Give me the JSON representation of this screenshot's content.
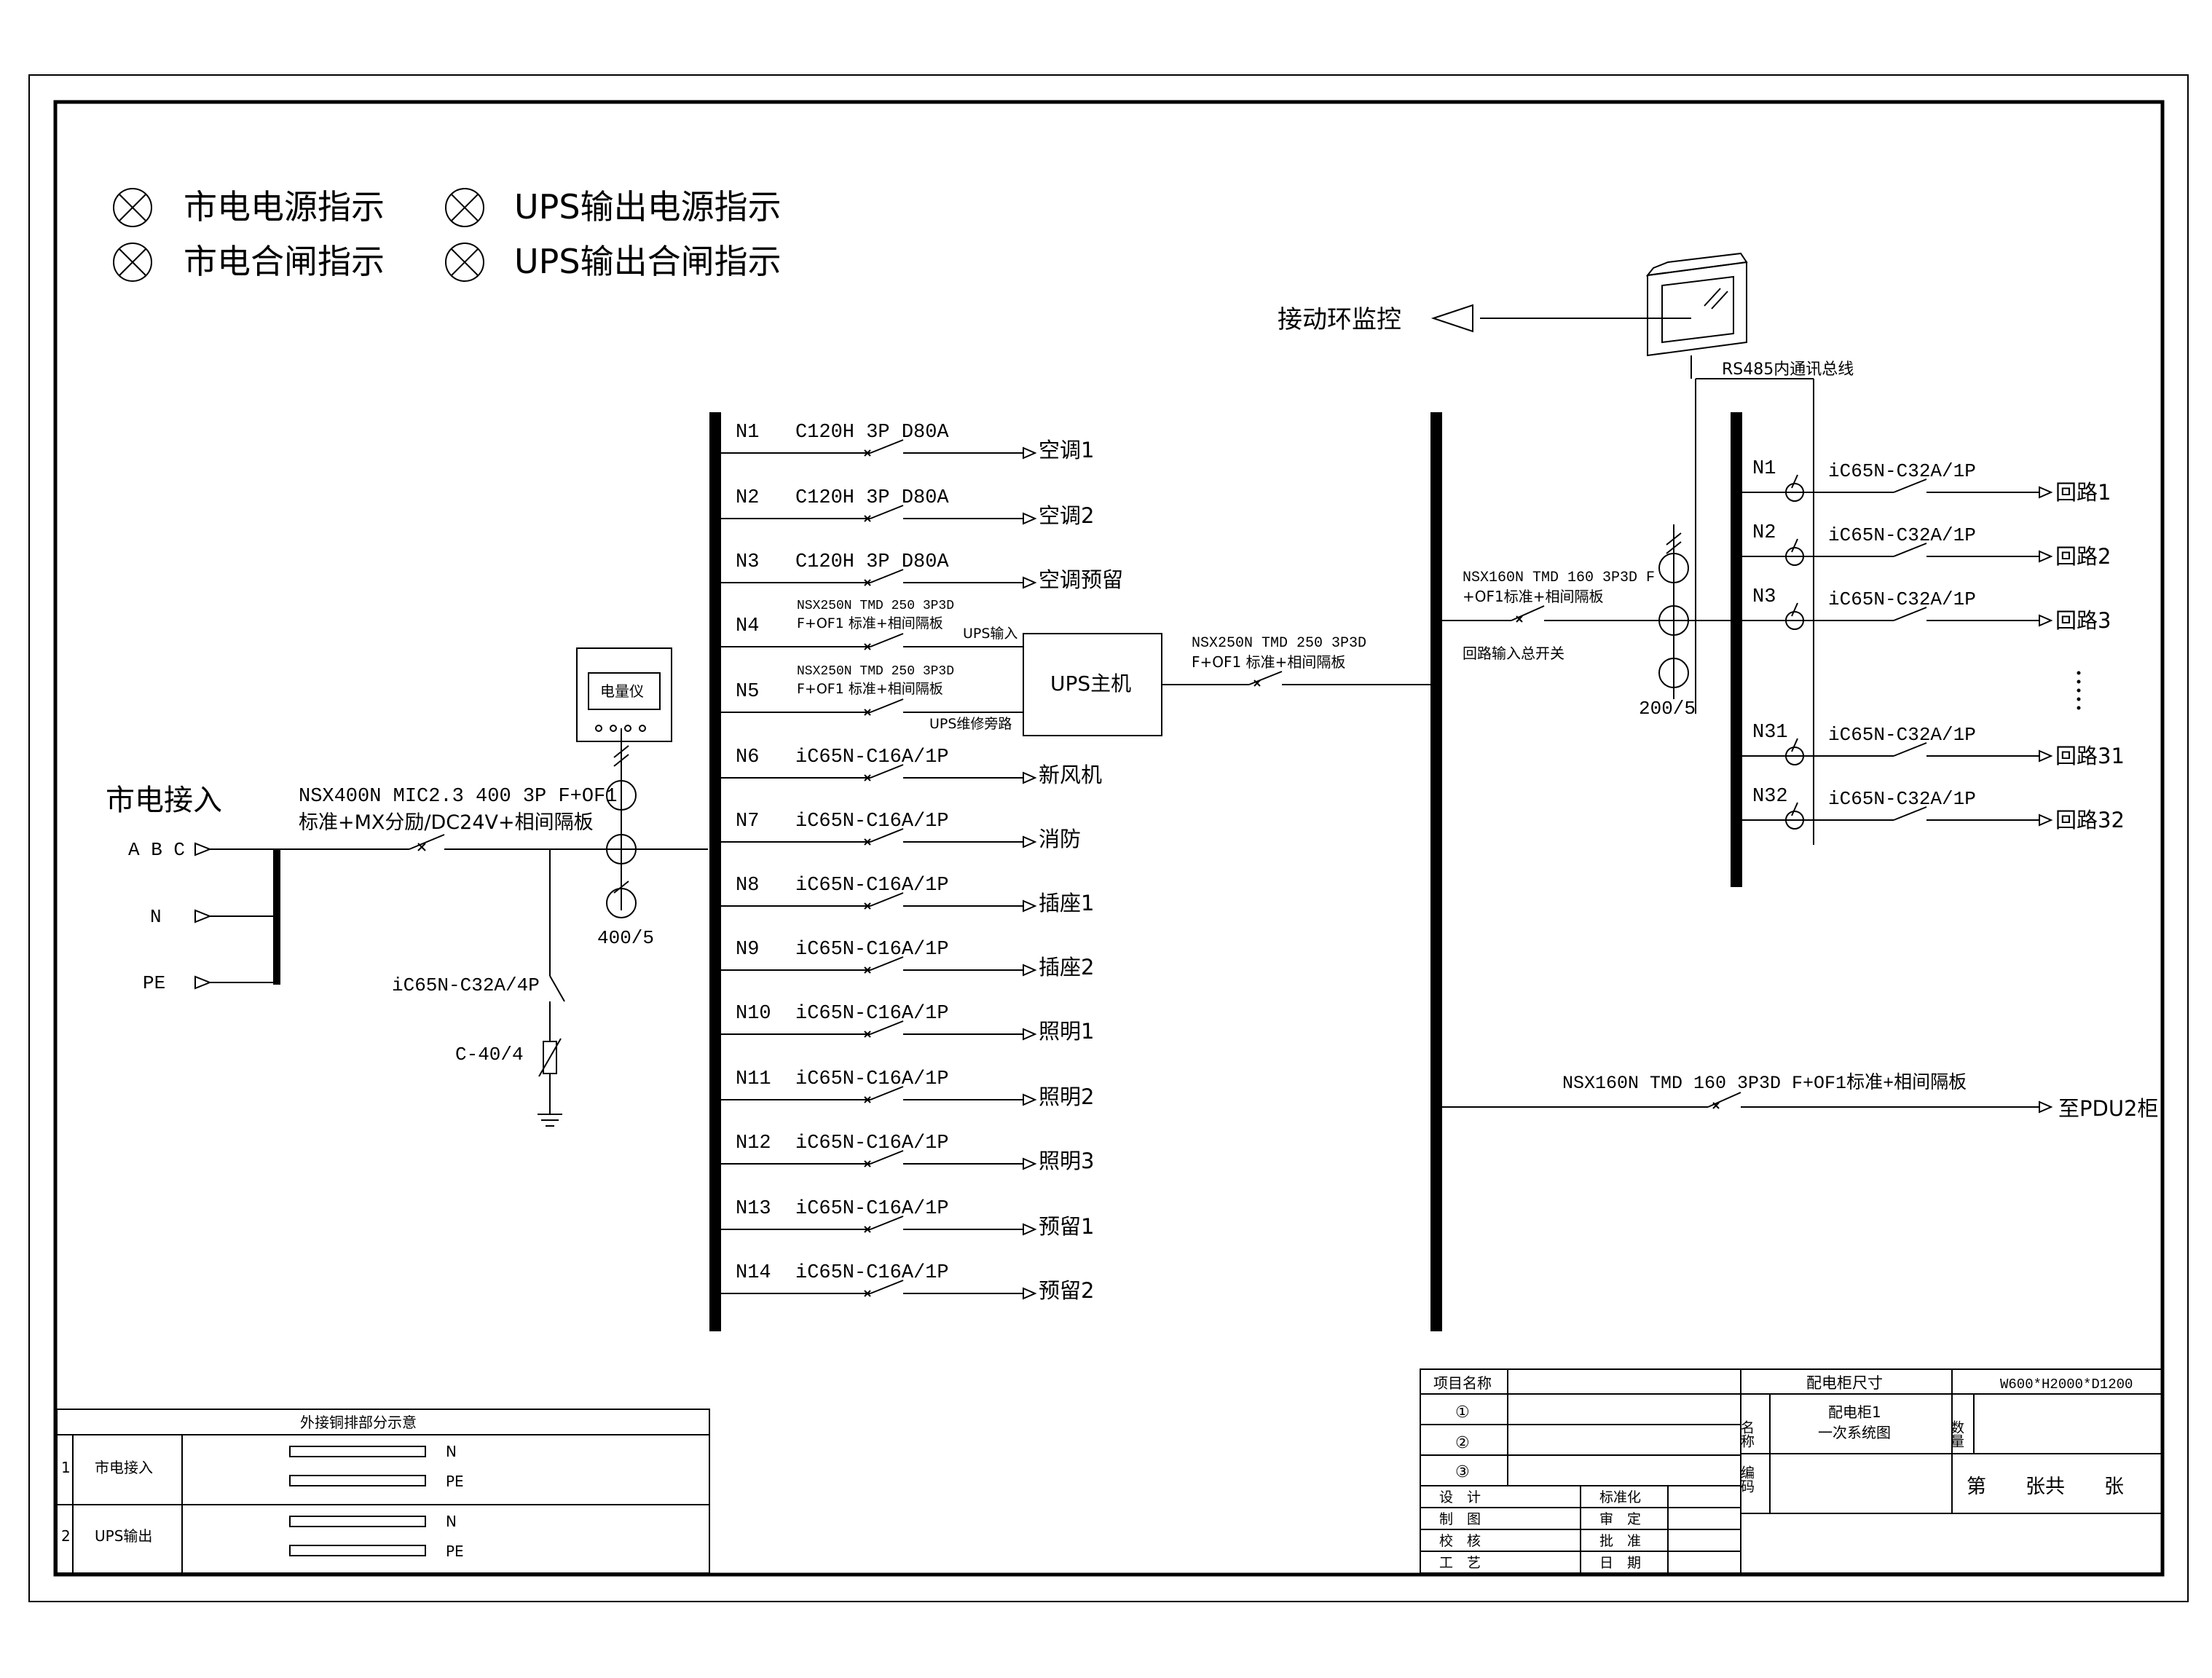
{
  "legend": [
    {
      "label": "市电电源指示",
      "icon": "indicator-lamp-icon"
    },
    {
      "label": "UPS输出电源指示",
      "icon": "indicator-lamp-icon"
    },
    {
      "label": "市电合闸指示",
      "icon": "indicator-lamp-icon"
    },
    {
      "label": "UPS输出合闸指示",
      "icon": "indicator-lamp-icon"
    }
  ],
  "monitor": {
    "label": "接动环监控",
    "bus_label": "RS485内通讯总线"
  },
  "incoming": {
    "title": "市电接入",
    "phases": [
      "A B C",
      "N",
      "PE"
    ],
    "breaker": "NSX400N MIC2.3 400 3P F+OF1",
    "breaker_note": "标准+MX分励/DC24V+相间隔板",
    "spd_breaker": "iC65N-C32A/4P",
    "spd": "C-40/4",
    "ct": "400/5",
    "meter": "电量仪"
  },
  "feeders": [
    {
      "id": "N1",
      "breaker": "C120H 3P D80A",
      "load": "空调1"
    },
    {
      "id": "N2",
      "breaker": "C120H 3P D80A",
      "load": "空调2"
    },
    {
      "id": "N3",
      "breaker": "C120H 3P D80A",
      "load": "空调预留"
    },
    {
      "id": "N4",
      "breaker": "NSX250N TMD 250 3P3D",
      "breaker2": "F+OF1 标准+相间隔板",
      "load": "UPS输入"
    },
    {
      "id": "N5",
      "breaker": "NSX250N TMD 250 3P3D",
      "breaker2": "F+OF1 标准+相间隔板",
      "load": "UPS维修旁路"
    },
    {
      "id": "N6",
      "breaker": "iC65N-C16A/1P",
      "load": "新风机"
    },
    {
      "id": "N7",
      "breaker": "iC65N-C16A/1P",
      "load": "消防"
    },
    {
      "id": "N8",
      "breaker": "iC65N-C16A/1P",
      "load": "插座1"
    },
    {
      "id": "N9",
      "breaker": "iC65N-C16A/1P",
      "load": "插座2"
    },
    {
      "id": "N10",
      "breaker": "iC65N-C16A/1P",
      "load": "照明1"
    },
    {
      "id": "N11",
      "breaker": "iC65N-C16A/1P",
      "load": "照明2"
    },
    {
      "id": "N12",
      "breaker": "iC65N-C16A/1P",
      "load": "照明3"
    },
    {
      "id": "N13",
      "breaker": "iC65N-C16A/1P",
      "load": "预留1"
    },
    {
      "id": "N14",
      "breaker": "iC65N-C16A/1P",
      "load": "预留2"
    }
  ],
  "ups": {
    "label": "UPS主机",
    "out_breaker": "NSX250N TMD 250 3P3D",
    "out_breaker2": "F+OF1 标准+相间隔板"
  },
  "loop_input": {
    "breaker": "NSX160N TMD 160 3P3D F",
    "breaker2": "+OF1标准+相间隔板",
    "label": "回路输入总开关",
    "ct": "200/5"
  },
  "branches": [
    {
      "id": "N1",
      "breaker": "iC65N-C32A/1P",
      "load": "回路1"
    },
    {
      "id": "N2",
      "breaker": "iC65N-C32A/1P",
      "load": "回路2"
    },
    {
      "id": "N3",
      "breaker": "iC65N-C32A/1P",
      "load": "回路3"
    },
    {
      "id": "N31",
      "breaker": "iC65N-C32A/1P",
      "load": "回路31"
    },
    {
      "id": "N32",
      "breaker": "iC65N-C32A/1P",
      "load": "回路32"
    }
  ],
  "pdu": {
    "breaker": "NSX160N TMD 160 3P3D F+OF1标准+相间隔板",
    "load": "至PDU2柜"
  },
  "copper_table": {
    "title": "外接铜排部分示意",
    "rows": [
      {
        "no": "1",
        "name": "市电接入",
        "bars": [
          "N",
          "PE"
        ]
      },
      {
        "no": "2",
        "name": "UPS输出",
        "bars": [
          "N",
          "PE"
        ]
      }
    ]
  },
  "title_block": {
    "project": "项目名称",
    "items": [
      "①",
      "②",
      "③"
    ],
    "size_label": "配电柜尺寸",
    "size_value": "W600*H2000*D1200",
    "name_label": "名称",
    "name_value_1": "配电柜1",
    "name_value_2": "一次系统图",
    "qty_label": "数量",
    "code_label": "编码",
    "sheet_text": "第　　张共　　张",
    "roles_left": [
      "设　计",
      "制　图",
      "校　核",
      "工　艺"
    ],
    "roles_right": [
      "标准化",
      "审　定",
      "批　准",
      "日　期"
    ]
  }
}
